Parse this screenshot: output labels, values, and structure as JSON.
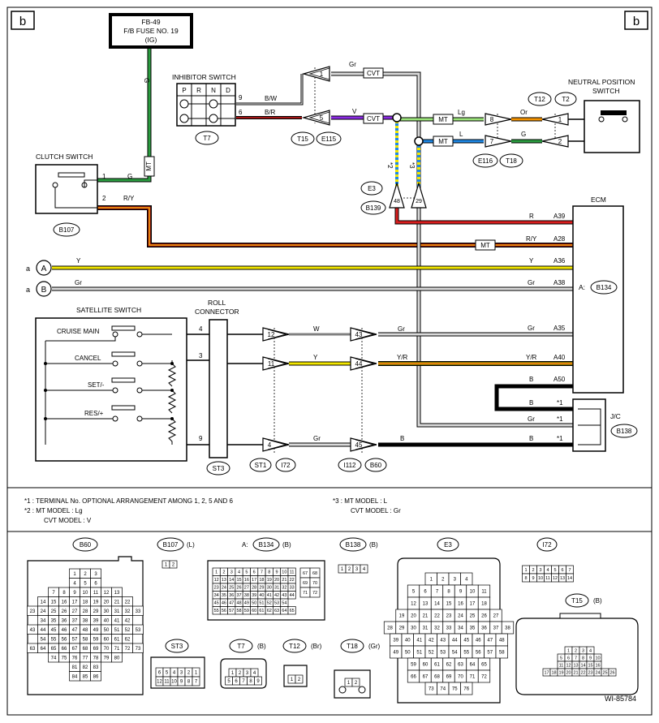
{
  "page": {
    "corner_left": "b",
    "corner_right": "b",
    "diagram_id": "WI-85784"
  },
  "fuse": {
    "line1": "FB-49",
    "line2": "F/B FUSE NO. 19",
    "line3": "(IG)"
  },
  "components": {
    "inhibitor_switch": {
      "title": "INHIBITOR SWITCH",
      "positions": [
        "P",
        "R",
        "N",
        "D"
      ],
      "connector": "T7",
      "pin_upper": "9",
      "pin_lower": "6"
    },
    "neutral_position_switch": {
      "title_line1": "NEUTRAL POSITION",
      "title_line2": "SWITCH",
      "connectors": [
        "T12",
        "T2"
      ]
    },
    "clutch_switch": {
      "title": "CLUTCH SWITCH",
      "connector": "B107",
      "pin1": "1",
      "pin2": "2"
    },
    "ecm": {
      "title": "ECM",
      "connector_label": "A:",
      "connector": "B134"
    },
    "satellite_switch": {
      "title": "SATELLITE SWITCH",
      "buttons": [
        "CRUISE MAIN",
        "CANCEL",
        "SET/-",
        "RES/+"
      ]
    },
    "roll_connector": {
      "title_line1": "ROLL",
      "title_line2": "CONNECTOR",
      "connector": "ST3",
      "pins": [
        "4",
        "3",
        "9"
      ]
    },
    "jc": {
      "title": "J/C",
      "connector": "B138"
    }
  },
  "connector_ids": {
    "t15": "T15",
    "e115": "E115",
    "e116": "E116",
    "t18": "T18",
    "e3": "E3",
    "b139": "B139",
    "st1": "ST1",
    "i72": "I72",
    "i112": "I112",
    "b60": "B60"
  },
  "pins": {
    "t15_1": "1",
    "t15_5": "5",
    "t18_8": "8",
    "t18_7": "7",
    "t12_1": "1",
    "t12_2": "2",
    "b139_a": "48",
    "b139_b": "29",
    "st1_12": "12",
    "st1_11": "11",
    "st1_4": "4",
    "i112_43": "43",
    "i112_44": "44",
    "i112_45": "45"
  },
  "wires": {
    "g_fuse": "G",
    "g_clutch": "G",
    "ry_clutch": "R/Y",
    "bw": "B/W",
    "br": "B/R",
    "gr_t15": "Gr",
    "v_t15": "V",
    "lg": "Lg",
    "l": "L",
    "or": "Or",
    "g_t18": "G",
    "r_ecm": "R",
    "ry_ecm": "R/Y",
    "y_a": "Y",
    "y_ecm": "Y",
    "gr_b": "Gr",
    "gr_ecm": "Gr",
    "w": "W",
    "gr_i112": "Gr",
    "gr_a35": "Gr",
    "y_sat": "Y",
    "yr_i112": "Y/R",
    "yr_a40": "Y/R",
    "b_a50": "B",
    "b_jc1": "B",
    "gr_jc": "Gr",
    "b_jc3": "B",
    "gr_sat9": "Gr",
    "b_i112": "B"
  },
  "tags": {
    "mt_fuse": "MT",
    "cvt1": "CVT",
    "cvt2": "CVT",
    "mt1": "MT",
    "mt2": "MT",
    "mt_ry": "MT",
    "star2": "*2",
    "star3": "*3",
    "star1a": "*1",
    "star1b": "*1",
    "star1c": "*1"
  },
  "ecm_terminals": {
    "a39": "A39",
    "a28": "A28",
    "a36": "A36",
    "a38": "A38",
    "a35": "A35",
    "a40": "A40",
    "a50": "A50"
  },
  "refs": {
    "a_letter": "a",
    "a_circle": "A",
    "b_letter": "a",
    "b_circle": "B"
  },
  "notes": {
    "n1": "*1 : TERMINAL No. OPTIONAL ARRANGEMENT AMONG 1, 2, 5 AND 6",
    "n2a": "*2 : MT MODEL : Lg",
    "n2b": "CVT MODEL : V",
    "n3a": "*3 : MT MODEL : L",
    "n3b": "CVT MODEL : Gr"
  },
  "connector_views": {
    "b60": {
      "title": "B60",
      "rows": [
        [
          "1",
          "2",
          "3"
        ],
        [
          "4",
          "5",
          "6"
        ],
        [
          "7",
          "8",
          "9",
          "10",
          "11",
          "12",
          "13"
        ],
        [
          "14",
          "15",
          "16",
          "17",
          "18",
          "19",
          "20",
          "21",
          "22"
        ],
        [
          "23",
          "24",
          "25",
          "26",
          "27",
          "28",
          "29",
          "30",
          "31",
          "32",
          "33"
        ],
        [
          "34",
          "35",
          "36",
          "37",
          "38",
          "39",
          "40",
          "41",
          "42"
        ],
        [
          "43",
          "44",
          "45",
          "46",
          "47",
          "48",
          "49",
          "50",
          "51",
          "52",
          "53"
        ],
        [
          "54",
          "55",
          "56",
          "57",
          "58",
          "59",
          "60",
          "61",
          "62"
        ],
        [
          "63",
          "64",
          "65",
          "66",
          "67",
          "68",
          "69",
          "70",
          "71",
          "72",
          "73"
        ],
        [
          "74",
          "75",
          "76",
          "77",
          "78",
          "79",
          "80"
        ],
        [
          "81",
          "82",
          "83"
        ],
        [
          "84",
          "85",
          "86"
        ]
      ]
    },
    "b107": {
      "title": "B107",
      "suffix": "(L)",
      "rows": [
        [
          "1",
          "2"
        ]
      ]
    },
    "b134": {
      "prefix": "A:",
      "title": "B134",
      "suffix": "(B)",
      "rows": [
        [
          "1",
          "2",
          "3",
          "4",
          "5",
          "6",
          "7",
          "8",
          "9",
          "10",
          "11"
        ],
        [
          "12",
          "13",
          "14",
          "15",
          "16",
          "17",
          "18",
          "19",
          "20",
          "21",
          "22"
        ],
        [
          "23",
          "24",
          "25",
          "26",
          "27",
          "28",
          "29",
          "30",
          "31",
          "32",
          "33"
        ],
        [
          "34",
          "35",
          "36",
          "37",
          "38",
          "39",
          "40",
          "41",
          "42",
          "43",
          "44"
        ],
        [
          "45",
          "46",
          "47",
          "48",
          "49",
          "50",
          "51",
          "52",
          "53",
          "54"
        ],
        [
          "55",
          "56",
          "57",
          "58",
          "59",
          "60",
          "61",
          "62",
          "63",
          "64",
          "65"
        ]
      ],
      "side": [
        [
          "67",
          "68"
        ],
        [
          "69",
          "70"
        ],
        [
          "71",
          "72"
        ]
      ]
    },
    "b138": {
      "title": "B138",
      "suffix": "(B)",
      "rows": [
        [
          "1",
          "2",
          "3",
          "4"
        ]
      ]
    },
    "e3": {
      "title": "E3",
      "rows": [
        [
          "1",
          "2",
          "3",
          "4"
        ],
        [
          "5",
          "6",
          "7",
          "8",
          "9",
          "10",
          "11"
        ],
        [
          "12",
          "13",
          "14",
          "15",
          "16",
          "17",
          "18"
        ],
        [
          "19",
          "20",
          "21",
          "22",
          "23",
          "24",
          "25",
          "26",
          "27"
        ],
        [
          "28",
          "29",
          "30",
          "31",
          "32",
          "33",
          "34",
          "35",
          "36",
          "37",
          "38"
        ],
        [
          "39",
          "40",
          "41",
          "42",
          "43",
          "44",
          "45",
          "46",
          "47",
          "48"
        ],
        [
          "49",
          "50",
          "51",
          "52",
          "53",
          "54",
          "55",
          "56",
          "57",
          "58"
        ],
        [
          "59",
          "60",
          "61",
          "62",
          "63",
          "64",
          "65"
        ],
        [
          "66",
          "67",
          "68",
          "69",
          "70",
          "71",
          "72"
        ],
        [
          "73",
          "74",
          "75",
          "76"
        ]
      ]
    },
    "i72": {
      "title": "I72",
      "rows": [
        [
          "1",
          "2",
          "3",
          "4",
          "5",
          "6",
          "7"
        ],
        [
          "8",
          "9",
          "10",
          "11",
          "12",
          "13",
          "14"
        ]
      ]
    },
    "t15": {
      "title": "T15",
      "suffix": "(B)",
      "rows": [
        [
          "1",
          "2",
          "3",
          "4"
        ],
        [
          "5",
          "6",
          "7",
          "8",
          "9",
          "10"
        ],
        [
          "11",
          "12",
          "13",
          "14",
          "15",
          "16"
        ],
        [
          "17",
          "18",
          "19",
          "20",
          "21",
          "22",
          "23",
          "24",
          "25",
          "26"
        ]
      ]
    },
    "st3": {
      "title": "ST3",
      "rows": [
        [
          "6",
          "5",
          "4",
          "3",
          "2",
          "1"
        ],
        [
          "12",
          "11",
          "10",
          "9",
          "8",
          "7"
        ]
      ]
    },
    "t7": {
      "title": "T7",
      "suffix": "(B)",
      "rows": [
        [
          "1",
          "2",
          "3",
          "4"
        ],
        [
          "5",
          "6",
          "7",
          "8",
          "9"
        ]
      ]
    },
    "t12": {
      "title": "T12",
      "suffix": "(Br)",
      "rows": [
        [
          "1",
          "2"
        ]
      ]
    },
    "t18": {
      "title": "T18",
      "suffix": "(Gr)",
      "rows": [
        [
          "1",
          "2"
        ]
      ]
    }
  },
  "colors": {
    "green": "#2a9d3f",
    "yellow": "#f2e600",
    "red": "#d91e1e",
    "violet": "#8a2be2",
    "light_green": "#9be37a",
    "blue": "#1e88e5",
    "orange": "#f39200",
    "gray": "#b5b5b5",
    "black": "#000000",
    "brown": "#7a3b12"
  }
}
